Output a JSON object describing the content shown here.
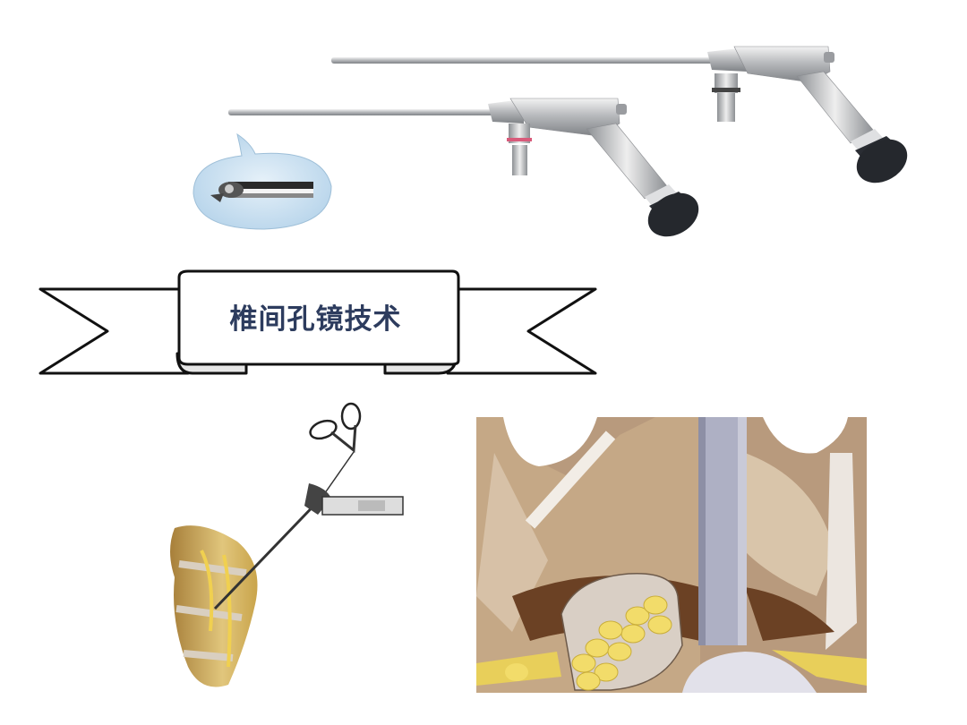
{
  "banner": {
    "title": "椎间孔镜技术"
  },
  "illustrations": {
    "endoscope_long": "endoscope-long-icon",
    "endoscope_short": "endoscope-short-icon",
    "tip_callout": "endoscope-tip-callout",
    "spine_instrument": "spine-with-forceps-illustration",
    "foramen_view": "intervertebral-foramen-cross-section"
  },
  "colors": {
    "banner_text": "#2d3c5e",
    "metal": "#c4c6c9",
    "eyepiece": "#2a2d33",
    "callout_fill": "#cde3f2",
    "bone": "#c9a883",
    "nucleus": "#f2dc6a",
    "cannula": "#aeb0c4"
  }
}
